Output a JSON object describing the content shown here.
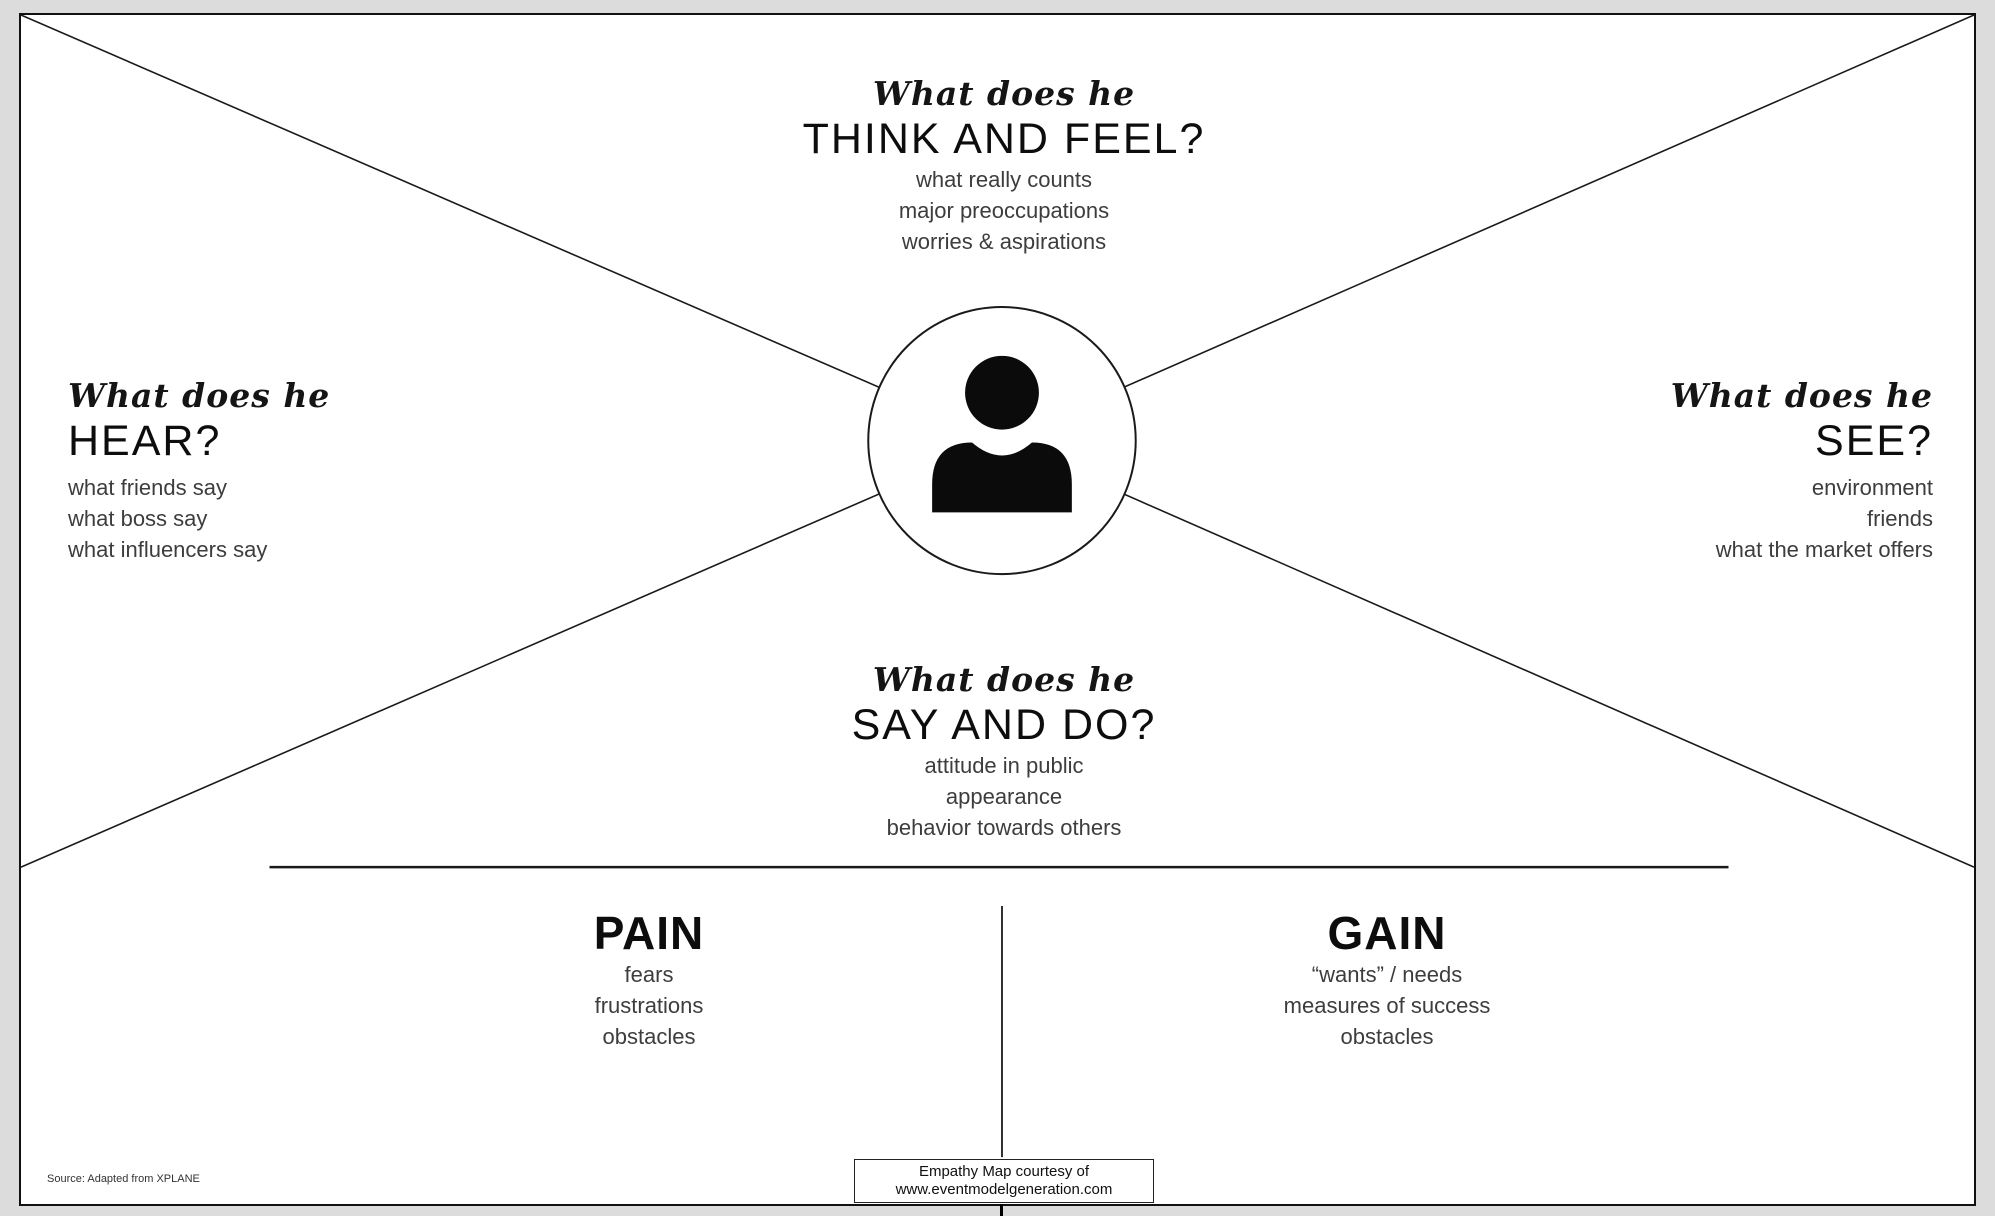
{
  "colors": {
    "background": "#dcdcdc",
    "board": "#ffffff",
    "line": "#1a1a1a",
    "muted_text": "#3d3d3d"
  },
  "quadrants": {
    "think": {
      "lead": "What does he",
      "title": "THINK AND FEEL?",
      "items": [
        "what really counts",
        "major preoccupations",
        "worries & aspirations"
      ]
    },
    "hear": {
      "lead": "What does he",
      "title": "HEAR?",
      "items": [
        "what friends say",
        "what boss say",
        "what influencers say"
      ]
    },
    "see": {
      "lead": "What does he",
      "title": "SEE?",
      "items": [
        "environment",
        "friends",
        "what the market offers"
      ]
    },
    "say": {
      "lead": "What does he",
      "title": "SAY AND DO?",
      "items": [
        "attitude in public",
        "appearance",
        "behavior towards others"
      ]
    }
  },
  "bottom": {
    "pain": {
      "title": "PAIN",
      "items": [
        "fears",
        "frustrations",
        "obstacles"
      ]
    },
    "gain": {
      "title": "GAIN",
      "items": [
        "“wants” / needs",
        "measures of success",
        "obstacles"
      ]
    }
  },
  "footer": {
    "source": "Source: Adapted from XPLANE",
    "credit_line1": "Empathy Map courtesy of",
    "credit_line2": "www.eventmodelgeneration.com"
  },
  "icon": {
    "center": "person"
  }
}
